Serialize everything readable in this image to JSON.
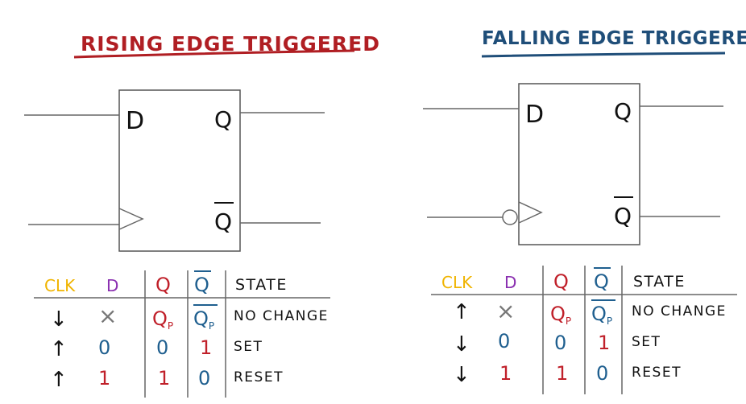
{
  "colors": {
    "rising_title": "#b01e23",
    "falling_title": "#1f4e79",
    "clk": "#f0b400",
    "d": "#8a2fb0",
    "q": "#c0202a",
    "qbar": "#1f5f8f",
    "ink": "#111111",
    "line": "#666666",
    "x_mark": "#777777"
  },
  "panels": [
    {
      "title": "RISING EDGE TRIGGERED",
      "pins": {
        "d": "D",
        "q": "Q",
        "qbar": "Q"
      },
      "clock_inverted": false,
      "table": {
        "headers": {
          "clk": "CLK",
          "d": "D",
          "q": "Q",
          "qbar": "Q",
          "state": "STATE"
        },
        "rows": [
          {
            "clk": "↓",
            "d": "×",
            "q": "Q",
            "q_sub": "P",
            "qbar": "Q",
            "qbar_sub": "P",
            "state": "NO CHANGE"
          },
          {
            "clk": "↑",
            "d": "0",
            "q": "0",
            "qbar": "1",
            "state": "SET"
          },
          {
            "clk": "↑",
            "d": "1",
            "q": "1",
            "qbar": "0",
            "state": "RESET"
          }
        ]
      }
    },
    {
      "title": "FALLING EDGE TRIGGERED",
      "pins": {
        "d": "D",
        "q": "Q",
        "qbar": "Q"
      },
      "clock_inverted": true,
      "table": {
        "headers": {
          "clk": "CLK",
          "d": "D",
          "q": "Q",
          "qbar": "Q",
          "state": "STATE"
        },
        "rows": [
          {
            "clk": "↑",
            "d": "×",
            "q": "Q",
            "q_sub": "P",
            "qbar": "Q",
            "qbar_sub": "P",
            "state": "NO CHANGE"
          },
          {
            "clk": "↓",
            "d": "0",
            "q": "0",
            "qbar": "1",
            "state": "SET"
          },
          {
            "clk": "↓",
            "d": "1",
            "q": "1",
            "qbar": "0",
            "state": "RESET"
          }
        ]
      }
    }
  ]
}
